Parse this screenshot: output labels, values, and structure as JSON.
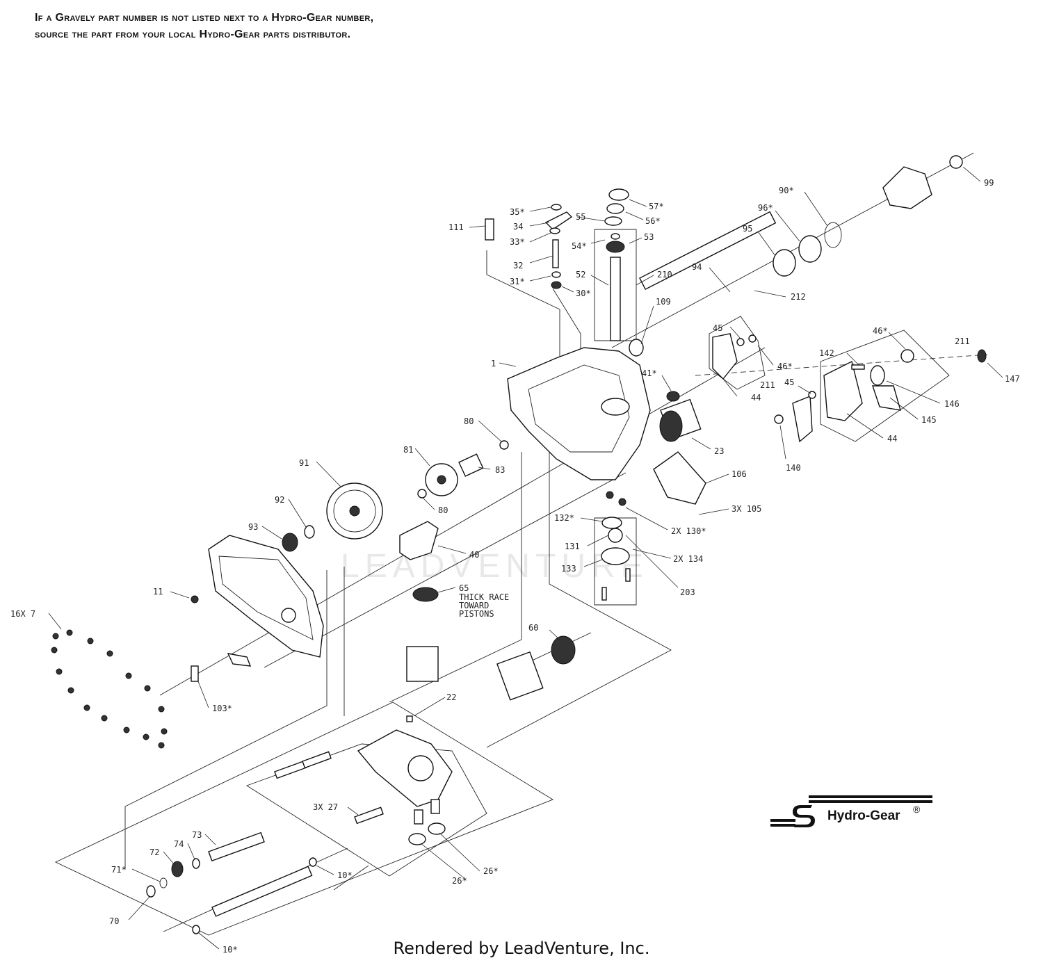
{
  "note": "If a Gravely part number is not listed next to a Hydro-Gear number, source the part from your local Hydro-Gear parts distributor.",
  "footer": "Rendered by LeadVenture, Inc.",
  "watermark": "LEADVENTURE",
  "brand": {
    "name": "Hydro-Gear",
    "registered": "®"
  },
  "annotation": {
    "line1": "THICK RACE",
    "line2": "TOWARD",
    "line3": "PISTONS"
  },
  "callouts": [
    {
      "id": "c57",
      "text": "57*"
    },
    {
      "id": "c56",
      "text": "56*"
    },
    {
      "id": "c55",
      "text": "55"
    },
    {
      "id": "c54",
      "text": "54*"
    },
    {
      "id": "c53",
      "text": "53"
    },
    {
      "id": "c52",
      "text": "52"
    },
    {
      "id": "c210",
      "text": "210"
    },
    {
      "id": "c35",
      "text": "35*"
    },
    {
      "id": "c34",
      "text": "34"
    },
    {
      "id": "c33",
      "text": "33*"
    },
    {
      "id": "c32",
      "text": "32"
    },
    {
      "id": "c31",
      "text": "31*"
    },
    {
      "id": "c30",
      "text": "30*"
    },
    {
      "id": "c111",
      "text": "111"
    },
    {
      "id": "c109",
      "text": "109"
    },
    {
      "id": "c94",
      "text": "94"
    },
    {
      "id": "c212",
      "text": "212"
    },
    {
      "id": "c95",
      "text": "95"
    },
    {
      "id": "c96",
      "text": "96*"
    },
    {
      "id": "c90",
      "text": "90*"
    },
    {
      "id": "c99",
      "text": "99"
    },
    {
      "id": "c1",
      "text": "1"
    },
    {
      "id": "c45a",
      "text": "45"
    },
    {
      "id": "c46a",
      "text": "46*"
    },
    {
      "id": "c211a",
      "text": "211"
    },
    {
      "id": "c44a",
      "text": "44"
    },
    {
      "id": "c41",
      "text": "41*"
    },
    {
      "id": "c23",
      "text": "23"
    },
    {
      "id": "c142",
      "text": "142"
    },
    {
      "id": "c46b",
      "text": "46*"
    },
    {
      "id": "c211b",
      "text": "211"
    },
    {
      "id": "c147",
      "text": "147"
    },
    {
      "id": "c45b",
      "text": "45"
    },
    {
      "id": "c146",
      "text": "146"
    },
    {
      "id": "c145",
      "text": "145"
    },
    {
      "id": "c44b",
      "text": "44"
    },
    {
      "id": "c140",
      "text": "140"
    },
    {
      "id": "c80a",
      "text": "80"
    },
    {
      "id": "c81",
      "text": "81"
    },
    {
      "id": "c83",
      "text": "83"
    },
    {
      "id": "c80b",
      "text": "80"
    },
    {
      "id": "c91",
      "text": "91"
    },
    {
      "id": "c92",
      "text": "92"
    },
    {
      "id": "c93",
      "text": "93"
    },
    {
      "id": "c40",
      "text": "40"
    },
    {
      "id": "c106",
      "text": "106"
    },
    {
      "id": "c105",
      "text": "3X 105"
    },
    {
      "id": "c132",
      "text": "132*"
    },
    {
      "id": "c130",
      "text": "2X 130*"
    },
    {
      "id": "c131",
      "text": "131"
    },
    {
      "id": "c134",
      "text": "2X 134"
    },
    {
      "id": "c133",
      "text": "133"
    },
    {
      "id": "c203",
      "text": "203"
    },
    {
      "id": "c11",
      "text": "11"
    },
    {
      "id": "c65",
      "text": "65"
    },
    {
      "id": "c7",
      "text": "16X 7"
    },
    {
      "id": "c60",
      "text": "60"
    },
    {
      "id": "c103",
      "text": "103*"
    },
    {
      "id": "c22",
      "text": "22"
    },
    {
      "id": "c27",
      "text": "3X 27"
    },
    {
      "id": "c73",
      "text": "73"
    },
    {
      "id": "c74",
      "text": "74"
    },
    {
      "id": "c72",
      "text": "72"
    },
    {
      "id": "c71",
      "text": "71*"
    },
    {
      "id": "c70",
      "text": "70"
    },
    {
      "id": "c10a",
      "text": "10*"
    },
    {
      "id": "c26a",
      "text": "26*"
    },
    {
      "id": "c26b",
      "text": "26*"
    },
    {
      "id": "c10b",
      "text": "10*"
    }
  ]
}
